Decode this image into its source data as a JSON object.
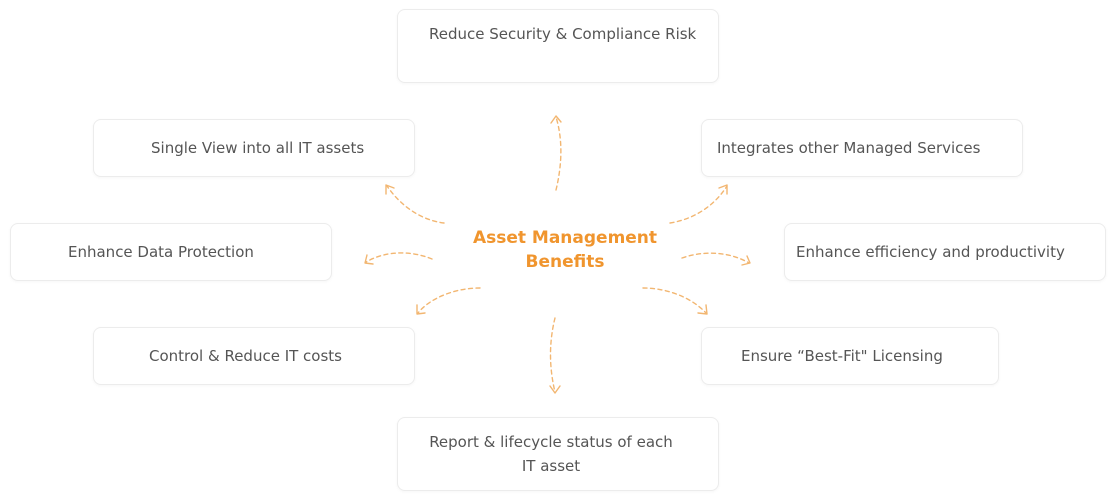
{
  "center": {
    "title": "Asset Management Benefits"
  },
  "colors": {
    "accent": "#f0952e",
    "arrow": "#f2b671",
    "box_text": "#555555",
    "box_border": "#ececec"
  },
  "benefits": [
    {
      "id": "reduce-security-risk",
      "label": "Reduce Security & Compliance Risk"
    },
    {
      "id": "single-view",
      "label": "Single View into all IT assets"
    },
    {
      "id": "integrates-managed-services",
      "label": "Integrates other Managed Services"
    },
    {
      "id": "enhance-data-protection",
      "label": "Enhance Data Protection"
    },
    {
      "id": "enhance-efficiency",
      "label": "Enhance efficiency and productivity"
    },
    {
      "id": "control-reduce-costs",
      "label": "Control & Reduce IT costs"
    },
    {
      "id": "best-fit-licensing",
      "label": "Ensure “Best-Fit\" Licensing"
    },
    {
      "id": "report-lifecycle",
      "label": "Report & lifecycle status of each IT asset"
    }
  ]
}
